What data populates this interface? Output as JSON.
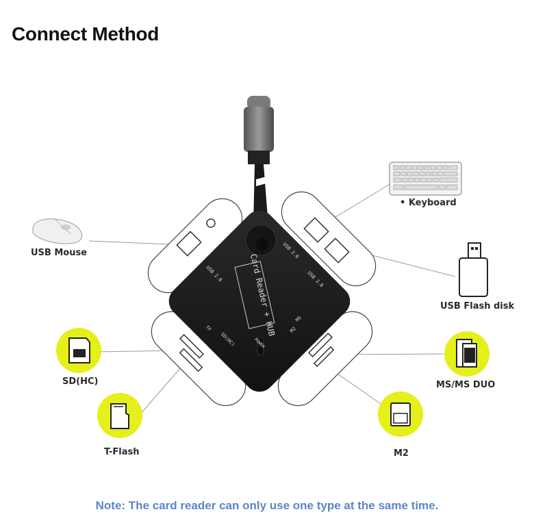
{
  "title": "Connect Method",
  "labels": {
    "keyboard": "• Keyboard",
    "usb_mouse": "USB Mouse",
    "usb_flash_disk": "USB Flash disk",
    "sd_hc": "SD(HC)",
    "t_flash": "T-Flash",
    "ms_ms_duo": "MS/MS DUO",
    "m2": "M2"
  },
  "hub_text": {
    "brand": "Card Reader + HUB",
    "usb_left": "USB 2.0",
    "usb_top": "USB 2.0",
    "usb_right": "USB 2.0",
    "tf": "TF",
    "sd": "SD(HC)",
    "power": "POWER",
    "ms": "MS",
    "m2": "M2"
  },
  "note": "Note: The card reader can only use one type at the same time.",
  "colors": {
    "accent_yellow": "#e5ef1a",
    "note_blue": "#5b86c6",
    "hub_body": "#1c1c1c"
  }
}
